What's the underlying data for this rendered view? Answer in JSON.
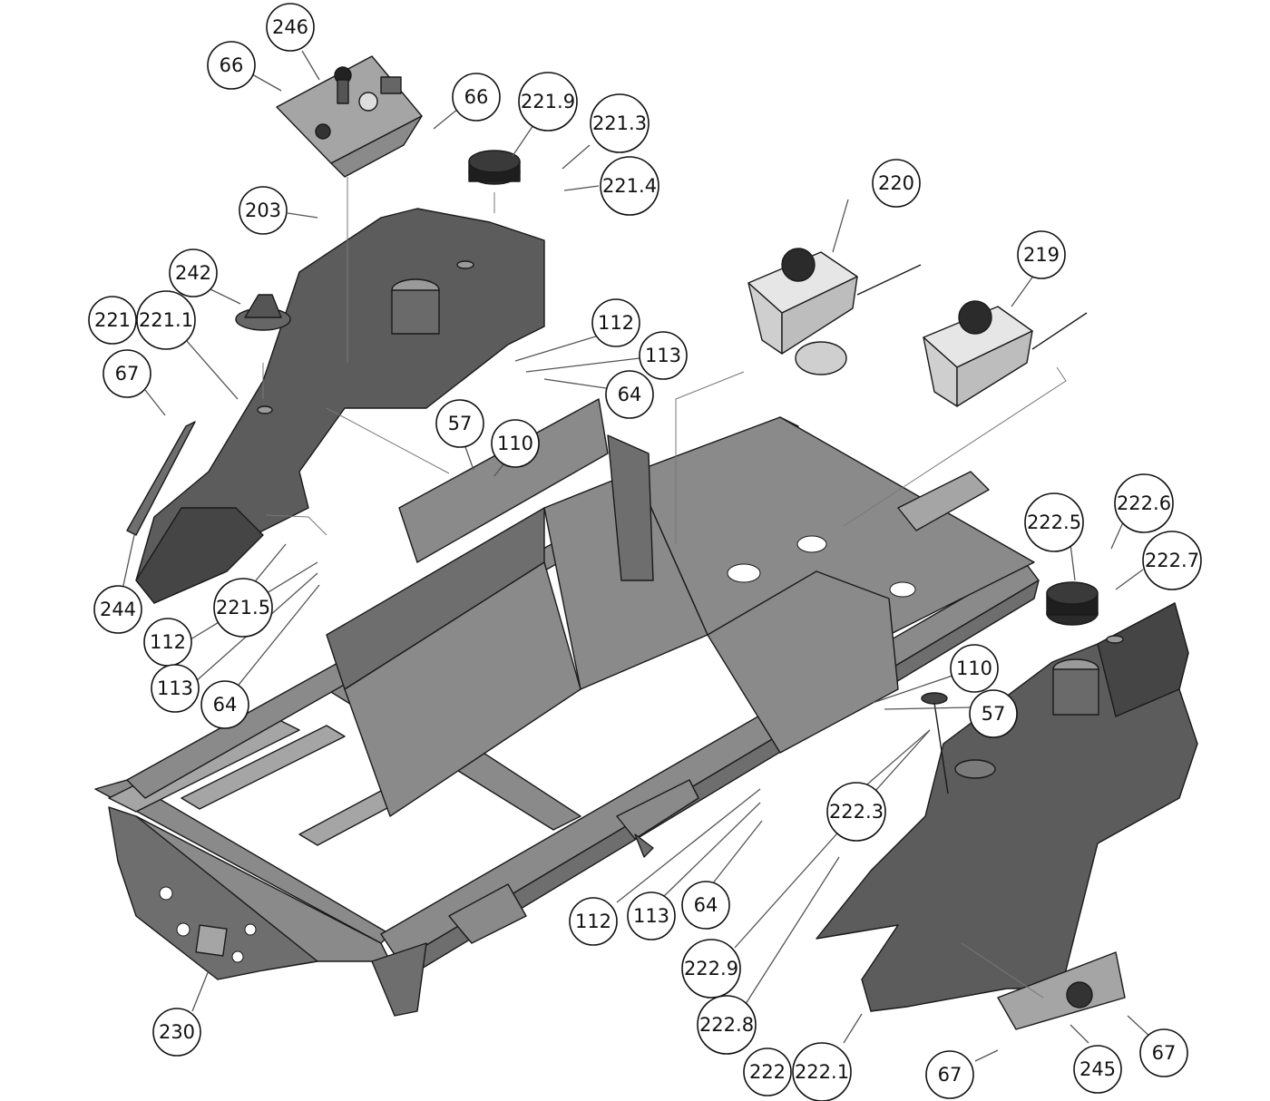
{
  "callouts": [
    {
      "id": "c246",
      "label": "246"
    },
    {
      "id": "c66a",
      "label": "66"
    },
    {
      "id": "c66b",
      "label": "66"
    },
    {
      "id": "c2219",
      "label": "221.9"
    },
    {
      "id": "c2213",
      "label": "221.3"
    },
    {
      "id": "c2214",
      "label": "221.4"
    },
    {
      "id": "c203",
      "label": "203"
    },
    {
      "id": "c242",
      "label": "242"
    },
    {
      "id": "c221",
      "label": "221"
    },
    {
      "id": "c2211",
      "label": "221.1"
    },
    {
      "id": "c67a",
      "label": "67"
    },
    {
      "id": "c112a",
      "label": "112"
    },
    {
      "id": "c113a",
      "label": "113"
    },
    {
      "id": "c64a",
      "label": "64"
    },
    {
      "id": "c57a",
      "label": "57"
    },
    {
      "id": "c110a",
      "label": "110"
    },
    {
      "id": "c220",
      "label": "220"
    },
    {
      "id": "c219",
      "label": "219"
    },
    {
      "id": "c244",
      "label": "244"
    },
    {
      "id": "c2215",
      "label": "221.5"
    },
    {
      "id": "c112b",
      "label": "112"
    },
    {
      "id": "c113b",
      "label": "113"
    },
    {
      "id": "c64b",
      "label": "64"
    },
    {
      "id": "c2225",
      "label": "222.5"
    },
    {
      "id": "c2226",
      "label": "222.6"
    },
    {
      "id": "c2227",
      "label": "222.7"
    },
    {
      "id": "c110b",
      "label": "110"
    },
    {
      "id": "c57b",
      "label": "57"
    },
    {
      "id": "c2223",
      "label": "222.3"
    },
    {
      "id": "c112c",
      "label": "112"
    },
    {
      "id": "c113c",
      "label": "113"
    },
    {
      "id": "c64c",
      "label": "64"
    },
    {
      "id": "c2229",
      "label": "222.9"
    },
    {
      "id": "c2228",
      "label": "222.8"
    },
    {
      "id": "c230",
      "label": "230"
    },
    {
      "id": "c222",
      "label": "222"
    },
    {
      "id": "c2221",
      "label": "222.1"
    },
    {
      "id": "c67b",
      "label": "67"
    },
    {
      "id": "c245",
      "label": "245"
    },
    {
      "id": "c67c",
      "label": "67"
    }
  ]
}
